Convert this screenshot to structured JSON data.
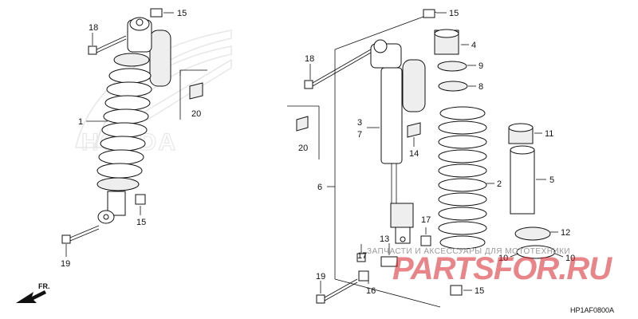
{
  "labels": {
    "l1": "1",
    "l2": "2",
    "l3": "3",
    "l4": "4",
    "l5": "5",
    "l6": "6",
    "l7": "7",
    "l8": "8",
    "l9": "9",
    "l10a": "10",
    "l10b": "10",
    "l11": "11",
    "l12": "12",
    "l13": "13",
    "l14": "14",
    "l15a": "15",
    "l15b": "15",
    "l15c": "15",
    "l15d": "15",
    "l16": "16",
    "l17a": "17",
    "l17b": "17",
    "l18a": "18",
    "l18b": "18",
    "l19a": "19",
    "l19b": "19",
    "l20a": "20",
    "l20b": "20"
  },
  "diagram_code": "HP1AF0800A",
  "direction": "FR.",
  "watermark": {
    "logo": "PARTSFOR.RU",
    "tagline": "ЗАПЧАСТИ И АКСЕССУАРЫ ДЛЯ МОТОТЕХНИКИ",
    "brand": "HONDA"
  },
  "colors": {
    "watermark_red": "#d8232a",
    "line": "#111111"
  }
}
